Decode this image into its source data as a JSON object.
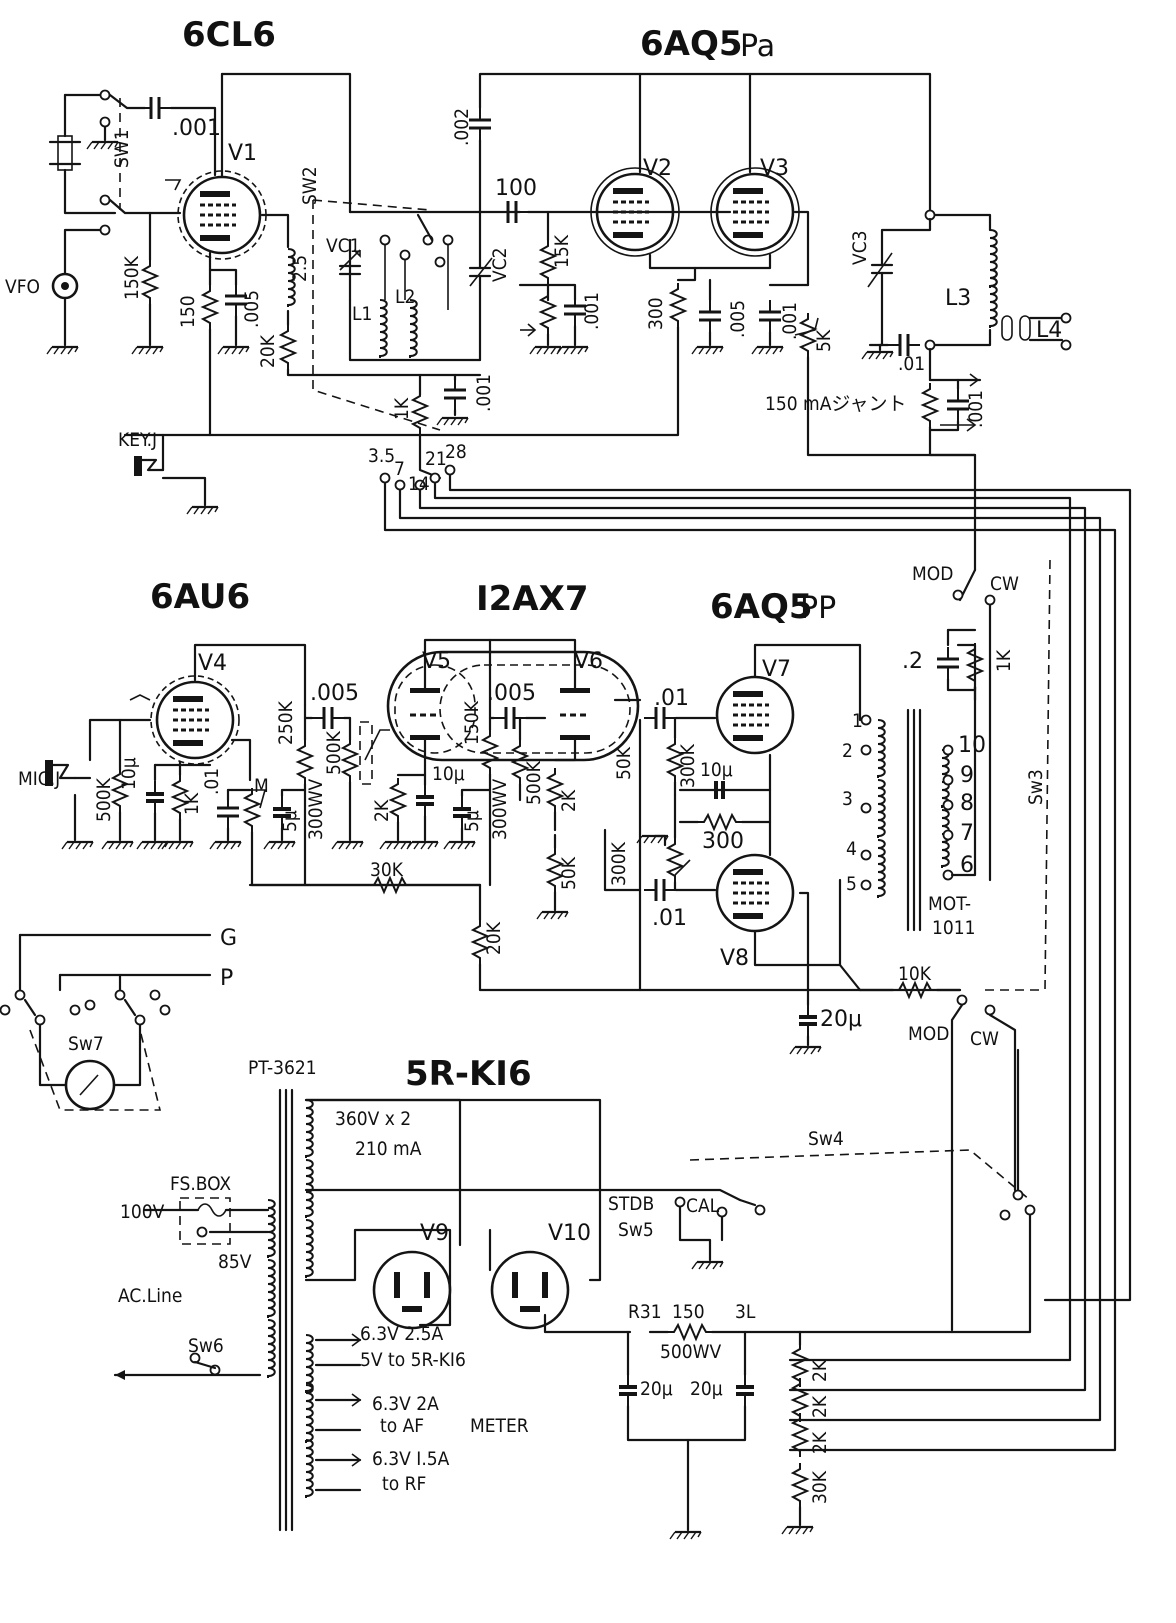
{
  "tubes": {
    "v1_type": "6CL6",
    "v2v3_type": "6AQ5",
    "v2v3_suffix": "Pa",
    "v4_type": "6AU6",
    "v5v6_type": "I2AX7",
    "v7v8_type": "6AQ5",
    "v7v8_suffix": "PP",
    "rect_type": "5R-KI6",
    "v1": "V1",
    "v2": "V2",
    "v3": "V3",
    "v4": "V4",
    "v5": "V5",
    "v6": "V6",
    "v7": "V7",
    "v8": "V8",
    "v9": "V9",
    "v10": "V10"
  },
  "rf_section": {
    "sw1": "SW1",
    "sw2": "SW2",
    "c_001_grid": ".001",
    "vfo": "VFO",
    "r150k": "150K",
    "r150": "150",
    "c005": ".005",
    "l25": "2.5",
    "r20k": "20K",
    "vc1": "VC1",
    "l1": "L1",
    "l2": "L2",
    "vc2": "VC2",
    "c100": "100",
    "r15k": "15K",
    "c001b": ".001",
    "c002": ".002",
    "r300": "300",
    "c005b": ".005",
    "c001c": ".001",
    "r5k": "5K",
    "vc3": "VC3",
    "l3": "L3",
    "l4": "L4",
    "c01": ".01",
    "shunt": "150 mAジャント",
    "c001d": ".001",
    "r1k": "1K",
    "c001e": ".001",
    "key": "KEY.J",
    "sw_taps": [
      "3.5",
      "7",
      "14",
      "21",
      "28"
    ]
  },
  "modulator": {
    "mic": "MIC.J",
    "r500k": "500K",
    "c10u": "10μ",
    "r1k": "1K",
    "c01": ".01",
    "m": "M",
    "r250k": "250K",
    "c005": ".005",
    "r500k_b": "500K",
    "c5u": "5μ",
    "v300wv": "300WV",
    "r2k": "2K",
    "c10u_b": "10μ",
    "r150k": "150K",
    "c005_b": ".005",
    "c5u_b": "5μ",
    "v300wv_b": "300WV",
    "r500k_c": "500K",
    "r2k_b": "2K",
    "r50k": "50K",
    "r30k": "30K",
    "r20k": "20K",
    "c01_a": ".01",
    "r50k_b": "50K",
    "r300k": "300K",
    "c10u_c": "10μ",
    "r300": "300",
    "r300k_b": "300K",
    "c01_b": ".01",
    "c20u": "20μ",
    "r10k": "10K",
    "mot": "MOT-",
    "mot_num": "1011",
    "c2": ".2",
    "r1k_b": "1K",
    "sw3": "Sw3",
    "mod": "MOD",
    "cw": "CW",
    "mod_b": "MOD",
    "cw_b": "CW",
    "taps_pri": [
      "1",
      "2",
      "3",
      "4",
      "5"
    ],
    "taps_sec": [
      "10",
      "9",
      "8",
      "7",
      "6"
    ]
  },
  "meter": {
    "g": "G",
    "p": "P",
    "sw7": "Sw7"
  },
  "power": {
    "pt": "PT-3621",
    "sec_hv": "360V x 2",
    "sec_ma": "210 mA",
    "fs": "FS.BOX",
    "v100": "100V",
    "v85": "85V",
    "acline": "AC.Line",
    "sw6": "Sw6",
    "sw4": "Sw4",
    "stdb": "STDB",
    "cal": "CAL",
    "sw5": "Sw5",
    "h1a": "6.3V 2.5A",
    "h1b": "5V to 5R-KI6",
    "h2a": "6.3V 2A",
    "h2b": "to AF",
    "meter": "METER",
    "h3a": "6.3V I.5A",
    "h3b": "to RF",
    "r31": "R31",
    "r150": "150",
    "l3l": "3L",
    "wv500": "500WV",
    "c20a": "20μ",
    "c20b": "20μ",
    "bleed": [
      "2K",
      "2K",
      "2K",
      "30K"
    ]
  }
}
